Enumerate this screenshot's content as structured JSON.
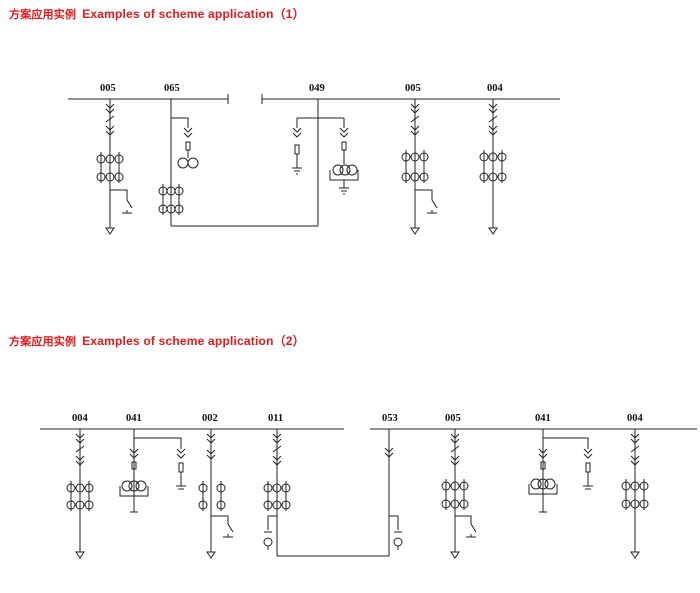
{
  "sections": [
    {
      "title_cn": "方案应用实例",
      "title_en": "Examples of scheme application（1）",
      "panels": [
        "005",
        "065",
        "049",
        "005",
        "004"
      ]
    },
    {
      "title_cn": "方案应用实例",
      "title_en": "Examples of scheme application（2）",
      "panels": [
        "004",
        "041",
        "002",
        "011",
        "053",
        "005",
        "041",
        "004"
      ]
    }
  ],
  "colors": {
    "heading": "#e4191c",
    "line": "#222222"
  }
}
